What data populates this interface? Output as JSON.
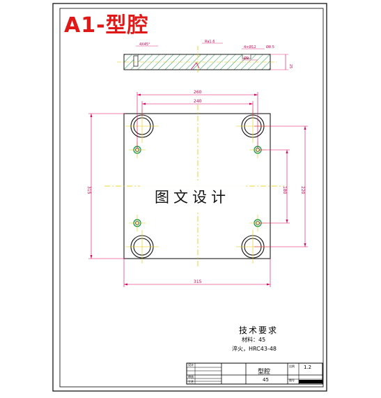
{
  "drawing": {
    "title": "A1-型腔"
  },
  "watermark": {
    "text": "图文设计"
  },
  "dimensions": {
    "top_view_chamfer": "4X45°",
    "section_left_1": "Ra1.6",
    "section_right_1": "4×Ø12",
    "section_right_2": "Ø8.5",
    "section_right_3": "Ø9",
    "section_thickness": "25",
    "span_outer_holes": "260",
    "span_inner_holes": "240",
    "overall_height": "315",
    "vertical_pin_span": "180",
    "vertical_guide_span": "220",
    "overall_width": "315"
  },
  "requirements": {
    "title": "技术要求",
    "material": "材料：45",
    "hardening": "淬火，HRC43-48"
  },
  "title_block": {
    "part_name": "型腔",
    "material": "45",
    "scale_label": "比例",
    "scale_value": "1.2",
    "drawing_no_label": "图号",
    "designer_label": "设计",
    "checker_label": "审核",
    "process_label": "工艺"
  },
  "colors": {
    "border": "#000000",
    "title_red": "#e01818",
    "center_line": "#e6c800",
    "hatch": "#16a04a",
    "dimension": "#e0005a"
  }
}
